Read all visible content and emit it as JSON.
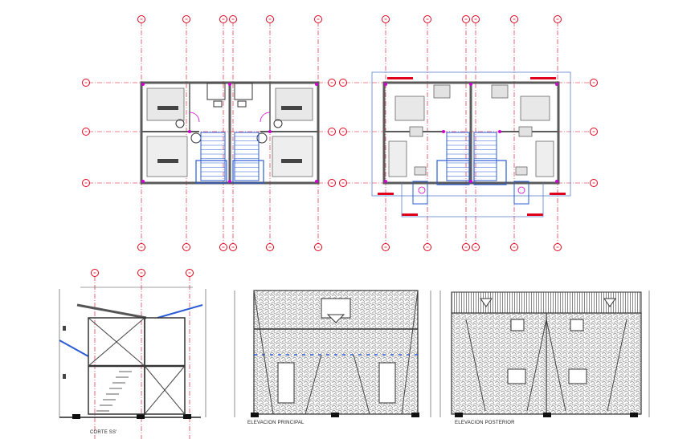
{
  "labels": {
    "section": "CORTE SS'",
    "front_elevation": "ELEVACION PRINCIPAL",
    "rear_elevation": "ELEVACION POSTERIOR"
  },
  "colors": {
    "grid_axis": "#e0001b",
    "wall": "#5a5a5a",
    "stair": "#2a5bd7",
    "door_arc": "#d100d1",
    "line": "#222222",
    "hatch": "#9a9a9a",
    "highlight": "#e0001b"
  }
}
